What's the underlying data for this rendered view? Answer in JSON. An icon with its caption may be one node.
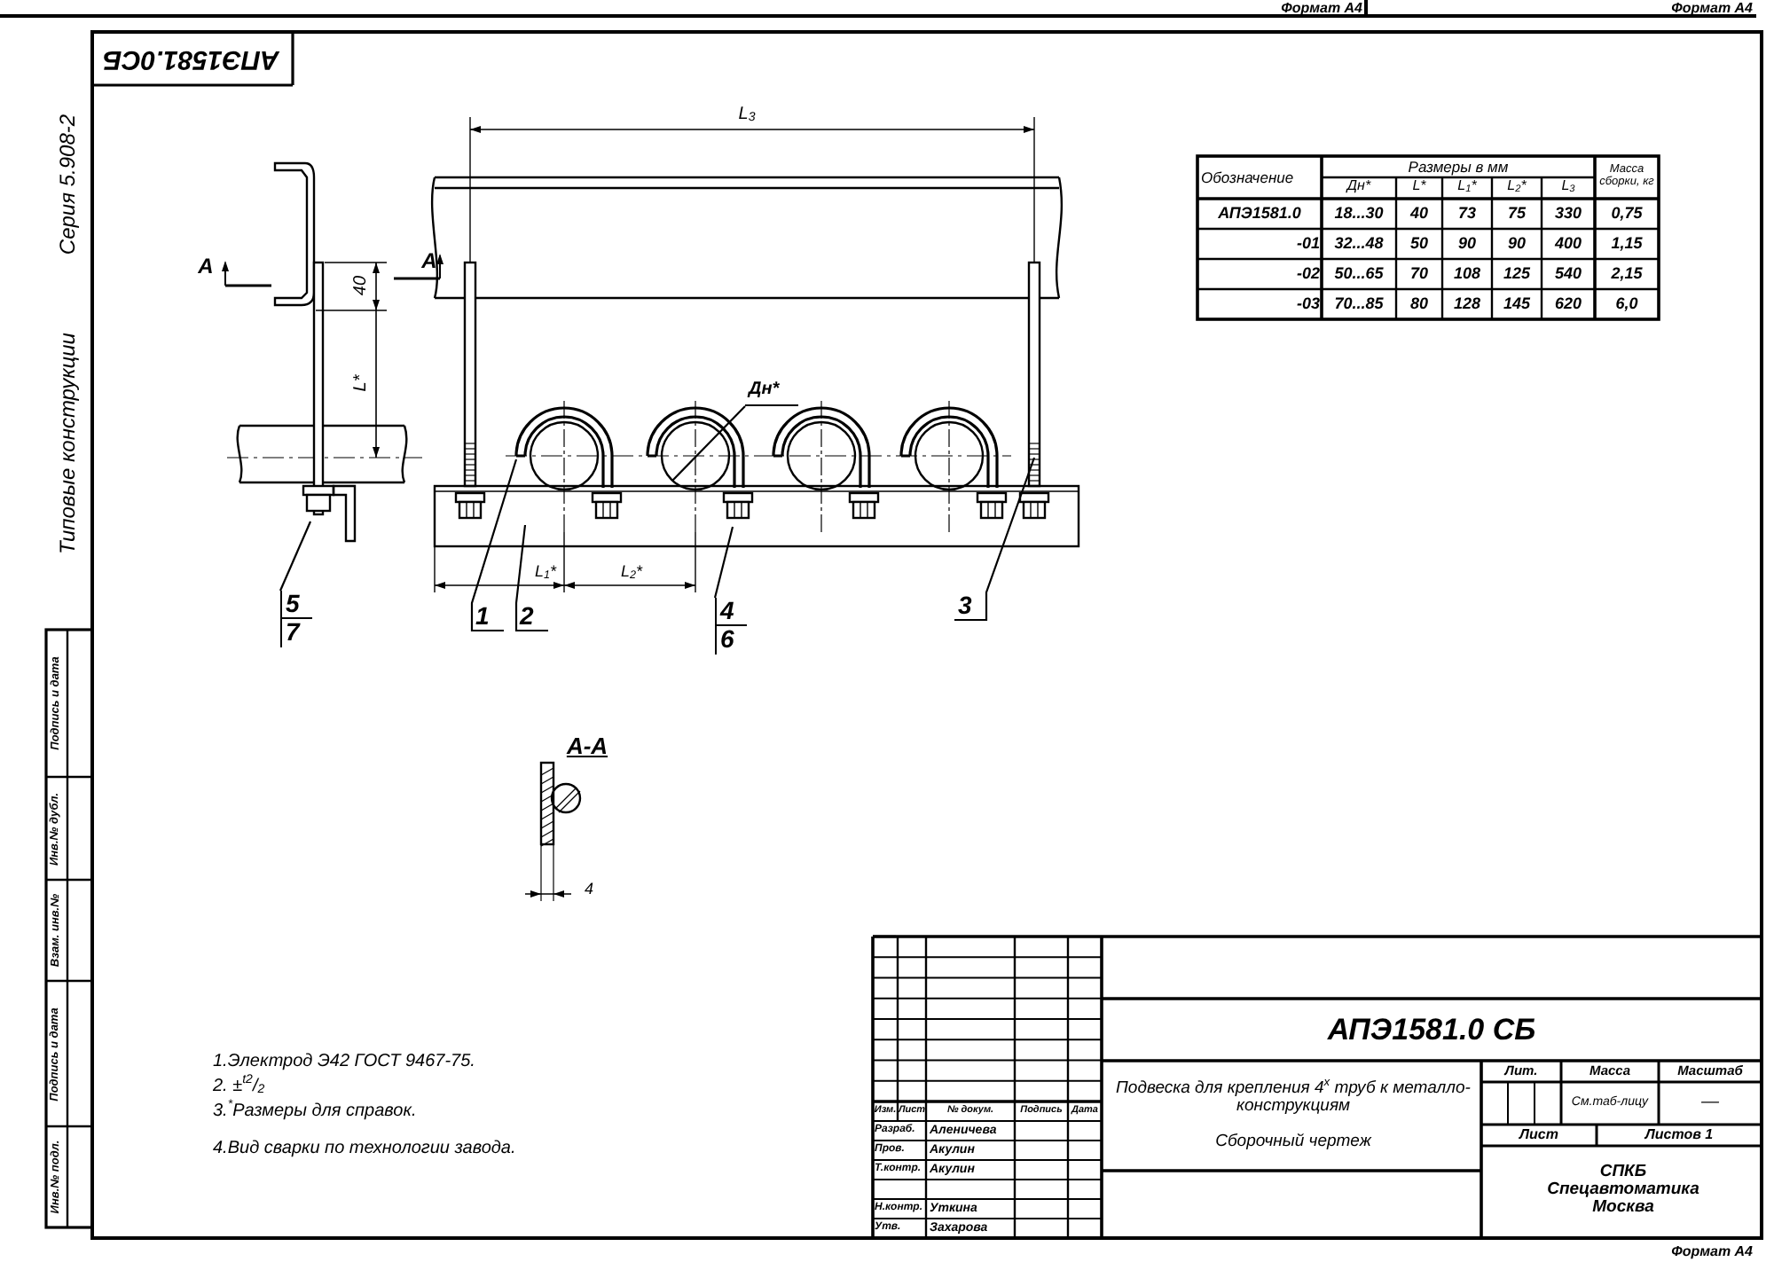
{
  "diagram": {
    "nodes": [
      {
        "text": [
          "АПЭ1581.0СБ"
        ]
      },
      {
        "text": [
          "1"
        ]
      },
      {
        "text": [
          "2"
        ]
      },
      {
        "text": [
          "3"
        ]
      },
      {
        "text": [
          "4",
          "6"
        ]
      },
      {
        "text": [
          "5",
          "7"
        ]
      },
      {
        "text": [
          "Дн*"
        ]
      }
    ],
    "edges": [
      {
        "from": 5,
        "to": null,
        "arrow": "none"
      },
      {
        "from": 1,
        "to": null,
        "arrow": "none"
      },
      {
        "from": 2,
        "to": null,
        "arrow": "none"
      },
      {
        "from": 6,
        "to": null,
        "arrow": "none"
      },
      {
        "from": 4,
        "to": null,
        "arrow": "none"
      },
      {
        "from": 3,
        "to": null,
        "arrow": "none"
      }
    ],
    "labels": [
      "Формат А4",
      "Формат А4",
      "Типовые конструкции",
      "Серия 5.908-2",
      "Подпись и дата",
      "Инв.№ дубл.",
      "Взам. инв.№",
      "Подпись и дата",
      "Инв.№ подл.",
      "A",
      "A",
      "40",
      "L*",
      "L$_{3}$",
      "L$_{1}$*",
      "L$_{2}$*",
      "A-A",
      "4",
      "Обозначение",
      "Размеры в мм",
      "Масса сборки, кг",
      "Дн*",
      "L*",
      "L$_{1}$*",
      "L$_{2}$*",
      "L$_{3}$",
      "АПЭ1581.0",
      "18...30",
      "40",
      "73",
      "75",
      "330",
      "0,75",
      "-01",
      "32...48",
      "50",
      "90",
      "90",
      "400",
      "1,15",
      "-02",
      "50...65",
      "70",
      "108",
      "125",
      "540",
      "2,15",
      "-03",
      "70...85",
      "80",
      "128",
      "145",
      "620",
      "6,0",
      "1.Электрод Э42 ГОСТ 9467-75.",
      "2. ±$^{t2}$/$_{2}$",
      "3.$^{*}$Размеры для справок.",
      "4.Вид сварки по технологии завода.",
      "АПЭ1581.0 СБ",
      "Подвеска для крепления 4$^{х}$ труб к металло-конструкциям",
      "Сборочный чертеж",
      "Изм.",
      "Лист",
      "№ докум.",
      "Подпись",
      "Дата",
      "Разраб.",
      "Аленичева",
      "Пров.",
      "Акулин",
      "Т.контр.",
      "Акулин",
      "Н.контр.",
      "Уткина",
      "Утв.",
      "Захарова",
      "Лит.",
      "Масса",
      "Масштаб",
      "См.таб-лицу",
      "—",
      "Лист",
      "Листов 1",
      "СПКБ Спецавтоматика Москва",
      "Формат А4"
    ]
  }
}
